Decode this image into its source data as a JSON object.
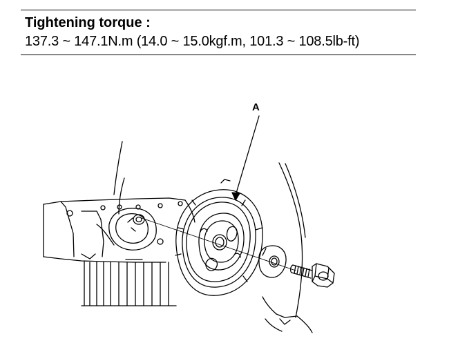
{
  "spec": {
    "title": "Tightening torque :",
    "value": "137.3 ~ 147.1N.m (14.0 ~ 15.0kgf.m, 101.3 ~ 108.5lb-ft)"
  },
  "diagram": {
    "callout_a": "A"
  }
}
